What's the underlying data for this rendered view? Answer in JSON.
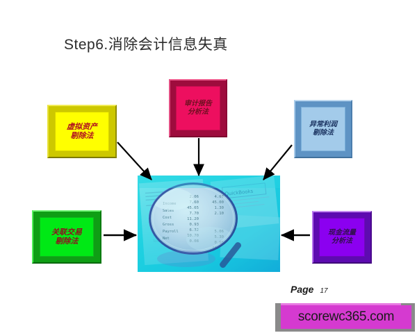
{
  "slide": {
    "title": "Step6.消除会计信息失真",
    "background_color": "#ffffff"
  },
  "boxes": [
    {
      "id": "virtual-assets",
      "line1": "虚拟资产",
      "line2": "剔除法",
      "fill_color": "#ffff00",
      "bevel_color": "#cdc800",
      "text_color": "#b01020",
      "position": "top-left"
    },
    {
      "id": "audit-report",
      "line1": "审计报告",
      "line2": "分析法",
      "fill_color": "#ed0f5f",
      "bevel_color": "#9e0c3d",
      "text_color": "#6d1020",
      "position": "top-center"
    },
    {
      "id": "abnormal-profit",
      "line1": "异常利润",
      "line2": "剔除法",
      "fill_color": "#a3cbea",
      "bevel_color": "#5e93c4",
      "text_color": "#18305e",
      "position": "top-right"
    },
    {
      "id": "related-party",
      "line1": "关联交易",
      "line2": "剔除法",
      "fill_color": "#00e915",
      "bevel_color": "#0f9e15",
      "text_color": "#8e1020",
      "position": "left"
    },
    {
      "id": "cash-flow",
      "line1": "现金流量",
      "line2": "分析法",
      "fill_color": "#8b00f0",
      "bevel_color": "#5d0bb0",
      "text_color": "#30104a",
      "position": "right"
    }
  ],
  "center_image": {
    "alt": "magnifying glass over financial statement",
    "tint_color": "#2ad9e0"
  },
  "arrows": [
    {
      "from": "virtual-assets",
      "to": "center-image",
      "direction": "down-right"
    },
    {
      "from": "audit-report",
      "to": "center-image",
      "direction": "down"
    },
    {
      "from": "abnormal-profit",
      "to": "center-image",
      "direction": "down-left"
    },
    {
      "from": "related-party",
      "to": "center-image",
      "direction": "right"
    },
    {
      "from": "cash-flow",
      "to": "center-image",
      "direction": "left"
    }
  ],
  "footer": {
    "page_word": "Page",
    "page_number": "17"
  },
  "watermark": {
    "text": "scorewc365.com",
    "band_color": "#d53ad0",
    "border_color": "#8a8a8a"
  }
}
